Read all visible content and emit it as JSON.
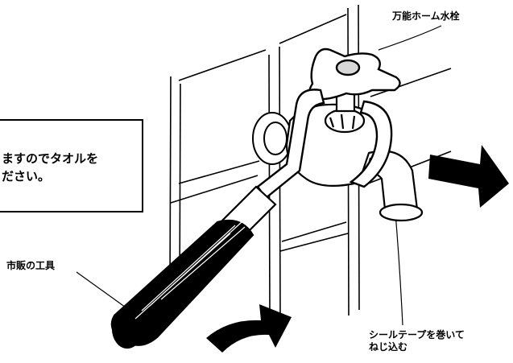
{
  "labels": {
    "faucet_name": "万能ホーム水栓",
    "tool": "市販の工具",
    "seal_tape_line1": "シールテープを巻いて",
    "seal_tape_line2": "ねじ込む"
  },
  "note": {
    "line1": "ますのでタオルを",
    "line2": "ださい。"
  },
  "colors": {
    "ink": "#000000",
    "paper": "#ffffff"
  },
  "icons": {
    "right_arrow": "right-arrow-icon",
    "rotation_arrow": "curved-rotation-arrow-icon"
  }
}
